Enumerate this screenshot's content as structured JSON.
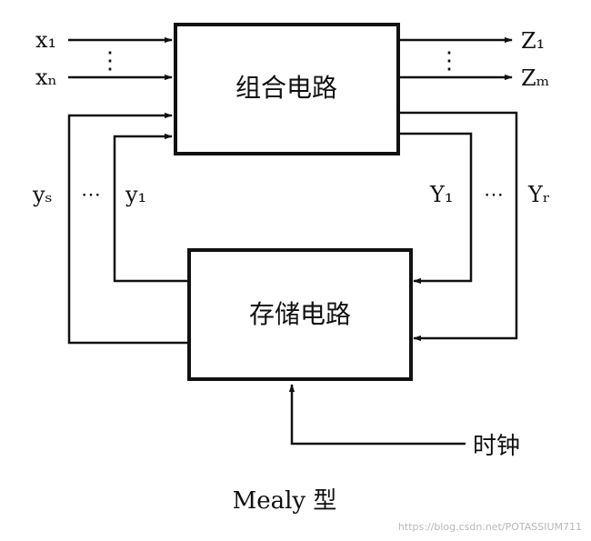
{
  "blocks": {
    "combinational": "组合电路",
    "storage": "存储电路"
  },
  "labels": {
    "x1": "x₁",
    "xn": "xₙ",
    "z1": "Z₁",
    "zm": "Zₘ",
    "ys": "yₛ",
    "y1": "y₁",
    "Y1": "Y₁",
    "Yr": "Yᵣ",
    "ellipsis_h": "⋯",
    "ellipsis_v": "⋮",
    "clock": "时钟"
  },
  "caption": "Mealy 型",
  "watermark": "https://blog.csdn.net/POTASSIUM711",
  "colors": {
    "line": "#111111",
    "background": "#ffffff",
    "watermark": "#b8b8b8"
  }
}
